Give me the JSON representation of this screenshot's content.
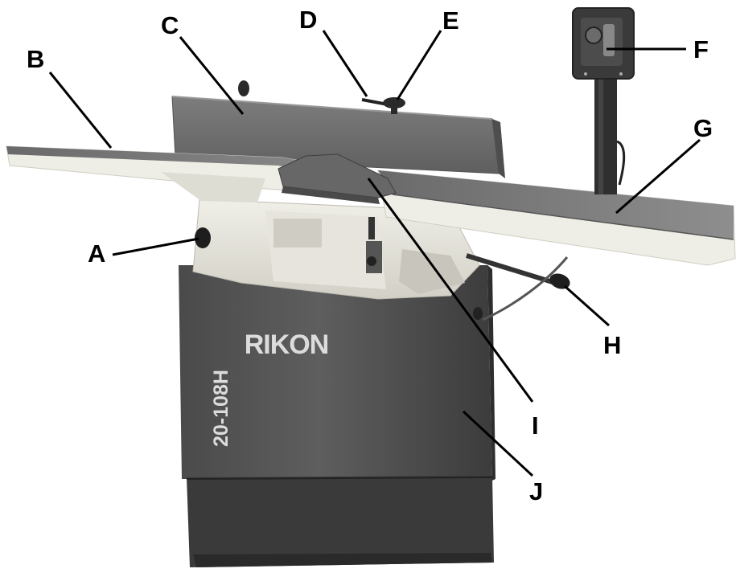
{
  "figure": {
    "brand_text": "RIKON",
    "model_text": "20-108H"
  },
  "callouts": [
    {
      "id": "A",
      "label": "A"
    },
    {
      "id": "B",
      "label": "B"
    },
    {
      "id": "C",
      "label": "C"
    },
    {
      "id": "D",
      "label": "D"
    },
    {
      "id": "E",
      "label": "E"
    },
    {
      "id": "F",
      "label": "F"
    },
    {
      "id": "G",
      "label": "G"
    },
    {
      "id": "H",
      "label": "H"
    },
    {
      "id": "I",
      "label": "I"
    },
    {
      "id": "J",
      "label": "J"
    }
  ]
}
